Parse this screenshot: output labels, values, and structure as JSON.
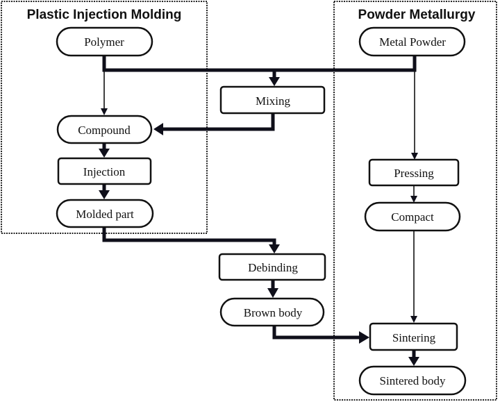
{
  "groups": {
    "plastic": {
      "title": "Plastic Injection Molding"
    },
    "powder": {
      "title": "Powder Metallurgy"
    }
  },
  "nodes": {
    "polymer": {
      "label": "Polymer",
      "shape": "terminal"
    },
    "metal_powder": {
      "label": "Metal Powder",
      "shape": "terminal"
    },
    "mixing": {
      "label": "Mixing",
      "shape": "process"
    },
    "compound": {
      "label": "Compound",
      "shape": "terminal"
    },
    "injection": {
      "label": "Injection",
      "shape": "process"
    },
    "molded_part": {
      "label": "Molded part",
      "shape": "terminal"
    },
    "debinding": {
      "label": "Debinding",
      "shape": "process"
    },
    "brown_body": {
      "label": "Brown body",
      "shape": "terminal"
    },
    "pressing": {
      "label": "Pressing",
      "shape": "process"
    },
    "compact": {
      "label": "Compact",
      "shape": "terminal"
    },
    "sintering": {
      "label": "Sintering",
      "shape": "process"
    },
    "sintered_body": {
      "label": "Sintered body",
      "shape": "terminal"
    }
  },
  "edges": [
    {
      "from": "polymer",
      "to": "mixing",
      "style": "thick"
    },
    {
      "from": "metal_powder",
      "to": "mixing",
      "style": "thick"
    },
    {
      "from": "polymer",
      "to": "compound",
      "style": "thin"
    },
    {
      "from": "mixing",
      "to": "compound",
      "style": "thick"
    },
    {
      "from": "compound",
      "to": "injection",
      "style": "thick"
    },
    {
      "from": "injection",
      "to": "molded_part",
      "style": "thick"
    },
    {
      "from": "molded_part",
      "to": "debinding",
      "style": "thick"
    },
    {
      "from": "debinding",
      "to": "brown_body",
      "style": "thick"
    },
    {
      "from": "brown_body",
      "to": "sintering",
      "style": "thick"
    },
    {
      "from": "metal_powder",
      "to": "pressing",
      "style": "thin"
    },
    {
      "from": "pressing",
      "to": "compact",
      "style": "thin"
    },
    {
      "from": "compact",
      "to": "sintering",
      "style": "thin"
    },
    {
      "from": "sintering",
      "to": "sintered_body",
      "style": "thick"
    }
  ]
}
